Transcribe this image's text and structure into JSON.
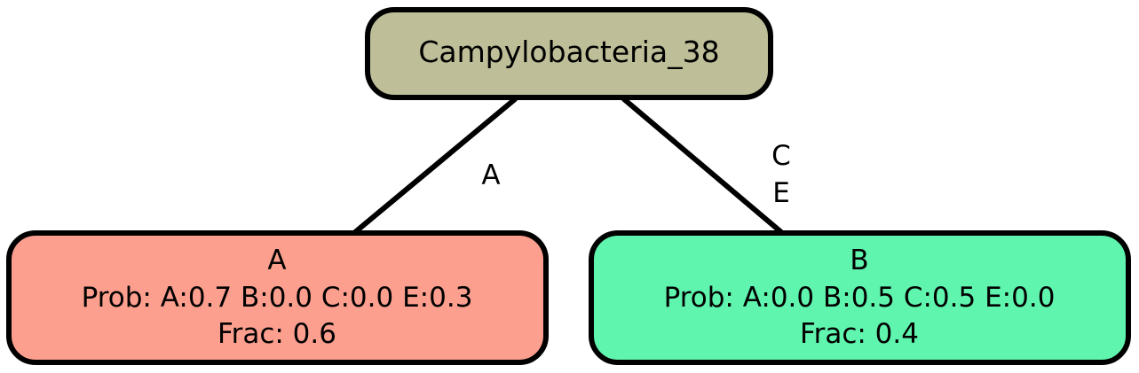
{
  "diagram": {
    "root": {
      "label": "Campylobacteria_38",
      "fill": "#BEBF98"
    },
    "children": [
      {
        "name": "A",
        "prob": "Prob: A:0.7 B:0.0 C:0.0 E:0.3",
        "frac": "Frac: 0.6",
        "fill": "#FC9F8E",
        "edge_label_lines": [
          "A"
        ]
      },
      {
        "name": "B",
        "prob": "Prob: A:0.0 B:0.5 C:0.5 E:0.0",
        "frac": "Frac: 0.4",
        "fill": "#60F5AE",
        "edge_label_lines": [
          "C",
          "E"
        ]
      }
    ]
  }
}
